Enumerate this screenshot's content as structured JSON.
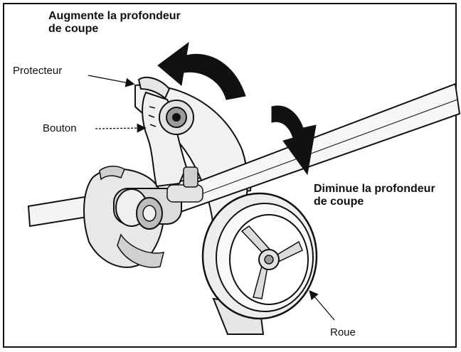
{
  "labels": {
    "increase_depth_line1": "Augmente la profondeur",
    "increase_depth_line2": "de coupe",
    "decrease_depth_line1": "Diminue la profondeur",
    "decrease_depth_line2": "de coupe",
    "guard": "Protecteur",
    "knob": "Bouton",
    "wheel": "Roue"
  },
  "colors": {
    "line": "#111111",
    "fill_light": "#f2f2f2",
    "fill_mid": "#d9d9d9",
    "fill_dark": "#9a9a9a",
    "arrow": "#111111"
  }
}
